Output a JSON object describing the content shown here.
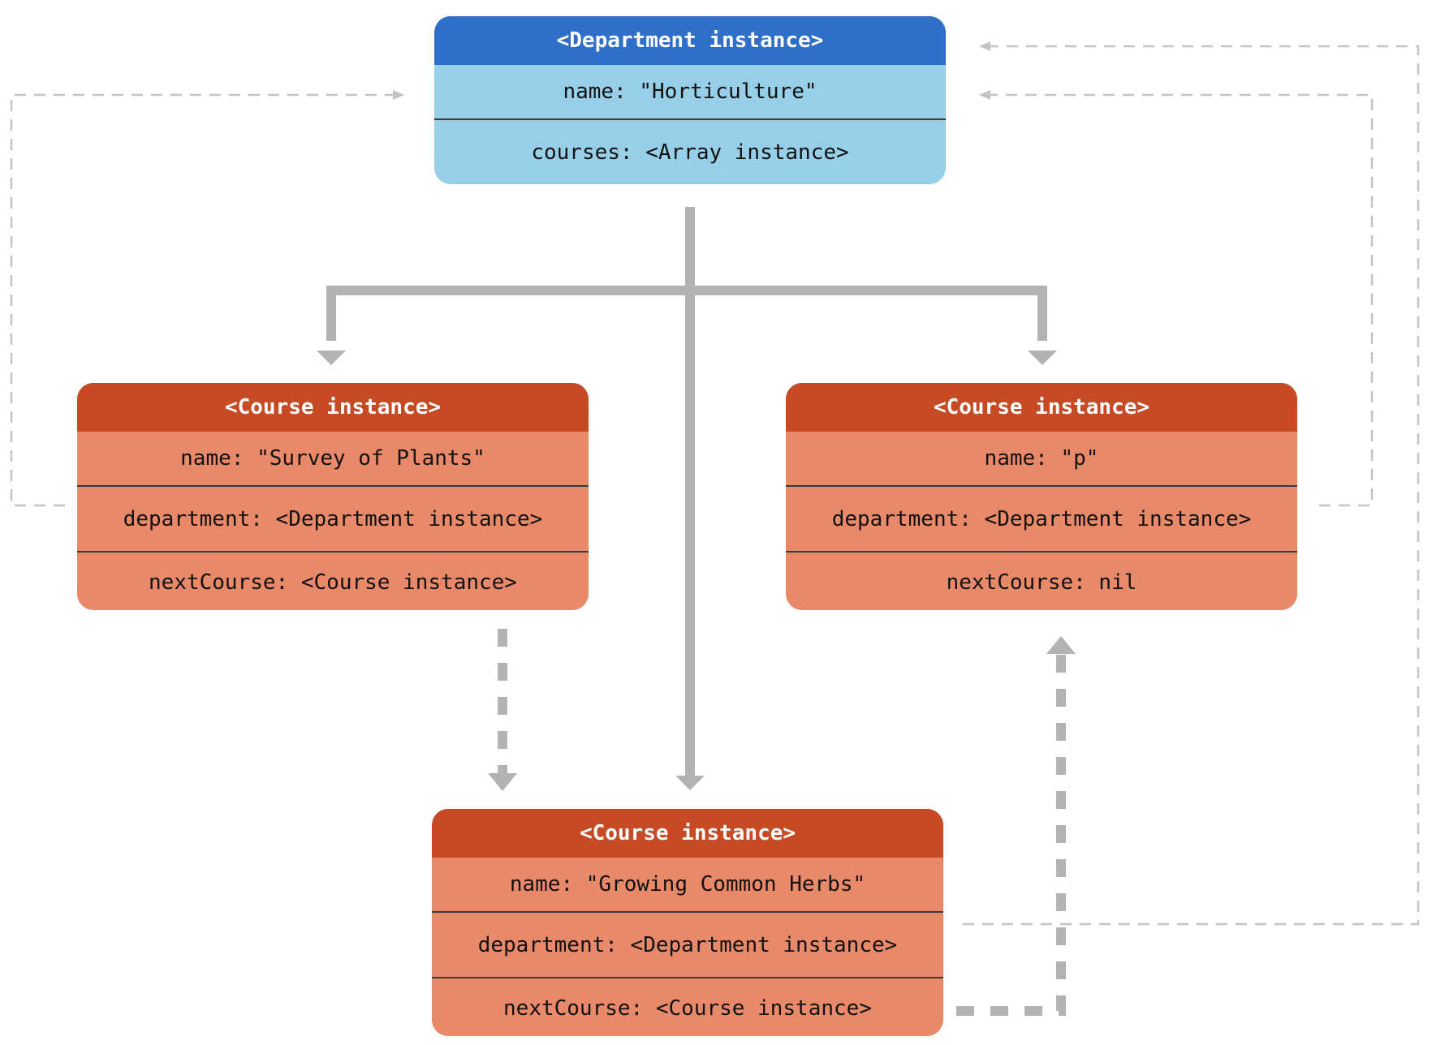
{
  "diagram": {
    "department": {
      "header": "<Department instance>",
      "fields": [
        "name: \"Horticulture\"",
        "courses: <Array instance>"
      ]
    },
    "courses": [
      {
        "header": "<Course instance>",
        "fields": [
          "name: \"Survey of Plants\"",
          "department: <Department instance>",
          "nextCourse: <Course instance>"
        ]
      },
      {
        "header": "<Course instance>",
        "fields": [
          "name: \"p\"",
          "department: <Department instance>",
          "nextCourse: nil"
        ]
      },
      {
        "header": "<Course instance>",
        "fields": [
          "name: \"Growing Common Herbs\"",
          "department: <Department instance>",
          "nextCourse: <Course instance>"
        ]
      }
    ],
    "colors": {
      "department_header": "#2f6fc8",
      "department_body": "#97cfe9",
      "course_header": "#c64a24",
      "course_body": "#e8896a",
      "arrow": "#b3b3b3",
      "dashed_line": "#c4c4c4"
    }
  }
}
